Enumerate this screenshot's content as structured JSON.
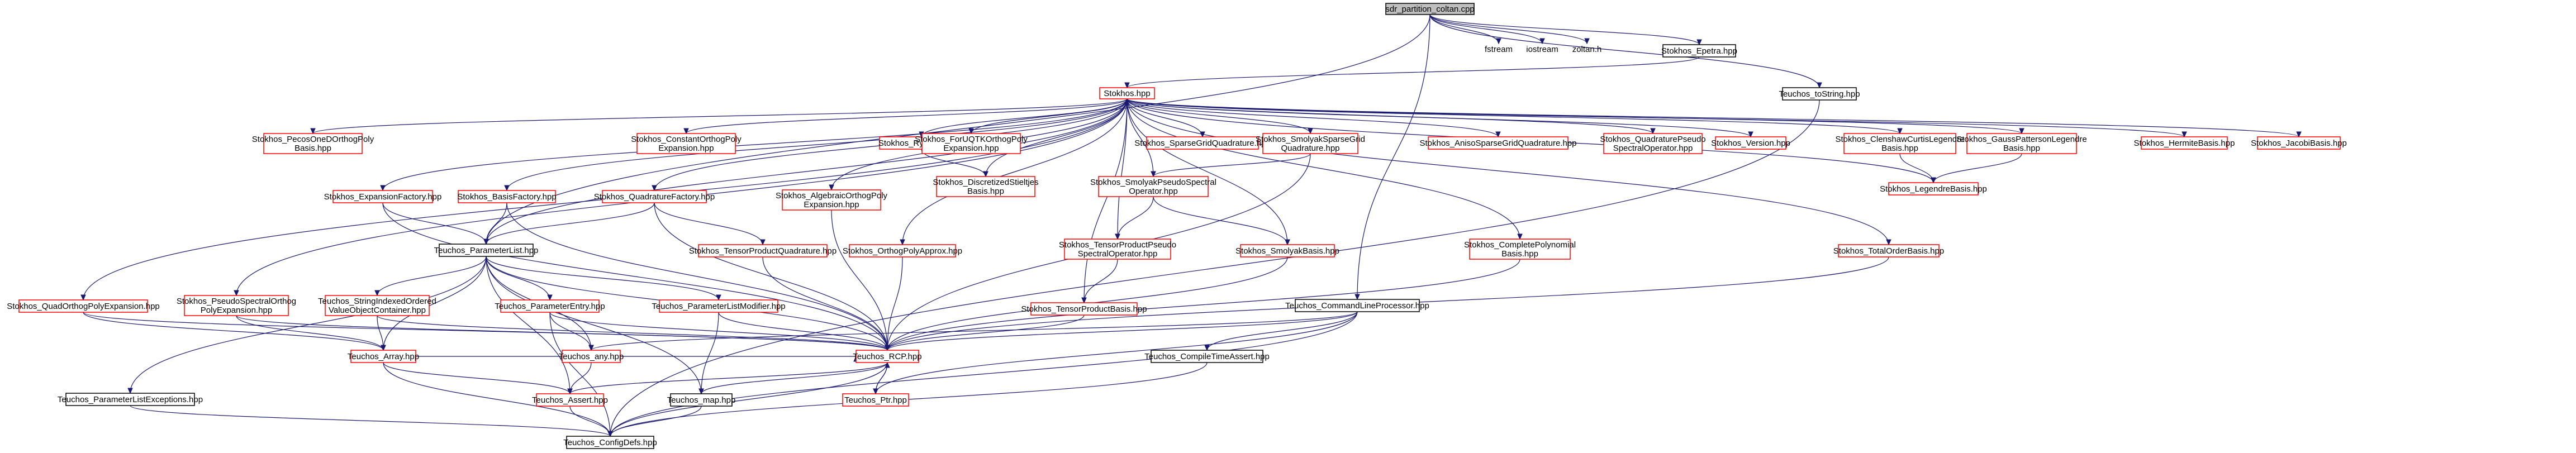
{
  "diagram": {
    "colors": {
      "root_fill": "#bfbfbf",
      "black_border": "#000000",
      "red_border": "#ff0000",
      "edge": "#191970",
      "background": "#ffffff"
    },
    "nodes": [
      {
        "id": "root",
        "lines": [
          "sdr_partition_coltan.cpp"
        ],
        "style": "root"
      },
      {
        "id": "epetra",
        "lines": [
          "Stokhos_Epetra.hpp"
        ],
        "style": "black"
      },
      {
        "id": "fstream",
        "lines": [
          "fstream"
        ],
        "style": "plain"
      },
      {
        "id": "iostream",
        "lines": [
          "iostream"
        ],
        "style": "plain"
      },
      {
        "id": "zoltan",
        "lines": [
          "zoltan.h"
        ],
        "style": "plain"
      },
      {
        "id": "stokhos",
        "lines": [
          "Stokhos.hpp"
        ],
        "style": "red"
      },
      {
        "id": "tostring",
        "lines": [
          "Teuchos_toString.hpp"
        ],
        "style": "black"
      },
      {
        "id": "pecos",
        "lines": [
          "Stokhos_PecosOneDOrthogPoly",
          "Basis.hpp"
        ],
        "style": "red"
      },
      {
        "id": "constant",
        "lines": [
          "Stokhos_ConstantOrthogPoly",
          "Expansion.hpp"
        ],
        "style": "red"
      },
      {
        "id": "ryst",
        "lines": [
          "Stokhos_RysBasis.hpp"
        ],
        "style": "red"
      },
      {
        "id": "forudfft",
        "lines": [
          "Stokhos_ForUQTKOrthogPoly",
          "Expansion.hpp"
        ],
        "style": "red"
      },
      {
        "id": "sparsegrid",
        "lines": [
          "Stokhos_SparseGridQuadrature.hpp"
        ],
        "style": "red"
      },
      {
        "id": "smolyaksgq",
        "lines": [
          "Stokhos_SmolyakSparseGrid",
          "Quadrature.hpp"
        ],
        "style": "red"
      },
      {
        "id": "anisosgq",
        "lines": [
          "Stokhos_AnisoSparseGridQuadrature.hpp"
        ],
        "style": "red"
      },
      {
        "id": "quadpseudo",
        "lines": [
          "Stokhos_QuadraturePseudo",
          "SpectralOperator.hpp"
        ],
        "style": "red"
      },
      {
        "id": "version",
        "lines": [
          "Stokhos_Version.hpp"
        ],
        "style": "red"
      },
      {
        "id": "clenshaw",
        "lines": [
          "Stokhos_ClenshawCurtisLegendre",
          "Basis.hpp"
        ],
        "style": "red"
      },
      {
        "id": "gausspatt",
        "lines": [
          "Stokhos_GaussPattersonLegendre",
          "Basis.hpp"
        ],
        "style": "red"
      },
      {
        "id": "hermite",
        "lines": [
          "Stokhos_HermiteBasis.hpp"
        ],
        "style": "red"
      },
      {
        "id": "jacobi",
        "lines": [
          "Stokhos_JacobiBasis.hpp"
        ],
        "style": "red"
      },
      {
        "id": "discstielt",
        "lines": [
          "Stokhos_DiscretizedStieltjes",
          "Basis.hpp"
        ],
        "style": "red"
      },
      {
        "id": "algebraic",
        "lines": [
          "Stokhos_AlgebraicOrthogPoly",
          "Expansion.hpp"
        ],
        "style": "red"
      },
      {
        "id": "smolpseudo",
        "lines": [
          "Stokhos_SmolyakPseudoSpectral",
          "Operator.hpp"
        ],
        "style": "red"
      },
      {
        "id": "legendre",
        "lines": [
          "Stokhos_LegendreBasis.hpp"
        ],
        "style": "red"
      },
      {
        "id": "expfactory",
        "lines": [
          "Stokhos_ExpansionFactory.hpp"
        ],
        "style": "red"
      },
      {
        "id": "basisfactory",
        "lines": [
          "Stokhos_BasisFactory.hpp"
        ],
        "style": "red"
      },
      {
        "id": "quadfactory",
        "lines": [
          "Stokhos_QuadratureFactory.hpp"
        ],
        "style": "red"
      },
      {
        "id": "paramlist",
        "lines": [
          "Teuchos_ParameterList.hpp"
        ],
        "style": "black"
      },
      {
        "id": "tpquad",
        "lines": [
          "Stokhos_TensorProductQuadrature.hpp"
        ],
        "style": "red"
      },
      {
        "id": "orthogapprox",
        "lines": [
          "Stokhos_OrthogPolyApprox.hpp"
        ],
        "style": "red"
      },
      {
        "id": "tppseudo",
        "lines": [
          "Stokhos_TensorProductPseudo",
          "SpectralOperator.hpp"
        ],
        "style": "red"
      },
      {
        "id": "smolyakbasis",
        "lines": [
          "Stokhos_SmolyakBasis.hpp"
        ],
        "style": "red"
      },
      {
        "id": "completepoly",
        "lines": [
          "Stokhos_CompletePolynomial",
          "Basis.hpp"
        ],
        "style": "red"
      },
      {
        "id": "totalorder",
        "lines": [
          "Stokhos_TotalOrderBasis.hpp"
        ],
        "style": "red"
      },
      {
        "id": "quadorthog",
        "lines": [
          "Stokhos_QuadOrthogPolyExpansion.hpp"
        ],
        "style": "red"
      },
      {
        "id": "pseudospectral",
        "lines": [
          "Stokhos_PseudoSpectralOrthog",
          "PolyExpansion.hpp"
        ],
        "style": "red"
      },
      {
        "id": "stringindexed",
        "lines": [
          "Teuchos_StringIndexedOrdered",
          "ValueObjectContainer.hpp"
        ],
        "style": "red"
      },
      {
        "id": "paramentry",
        "lines": [
          "Teuchos_ParameterEntry.hpp"
        ],
        "style": "red"
      },
      {
        "id": "modifier",
        "lines": [
          "Teuchos_ParameterListModifier.hpp"
        ],
        "style": "red"
      },
      {
        "id": "tpbasis",
        "lines": [
          "Stokhos_TensorProductBasis.hpp"
        ],
        "style": "red"
      },
      {
        "id": "clp",
        "lines": [
          "Teuchos_CommandLineProcessor.hpp"
        ],
        "style": "black"
      },
      {
        "id": "array",
        "lines": [
          "Teuchos_Array.hpp"
        ],
        "style": "red"
      },
      {
        "id": "any",
        "lines": [
          "Teuchos_any.hpp"
        ],
        "style": "red"
      },
      {
        "id": "rcp",
        "lines": [
          "Teuchos_RCP.hpp"
        ],
        "style": "red"
      },
      {
        "id": "compiletime",
        "lines": [
          "Teuchos_CompileTimeAssert.hpp"
        ],
        "style": "black"
      },
      {
        "id": "plexceptions",
        "lines": [
          "Teuchos_ParameterListExceptions.hpp"
        ],
        "style": "black"
      },
      {
        "id": "assert",
        "lines": [
          "Teuchos_Assert.hpp"
        ],
        "style": "red"
      },
      {
        "id": "map",
        "lines": [
          "Teuchos_map.hpp"
        ],
        "style": "black"
      },
      {
        "id": "ptr",
        "lines": [
          "Teuchos_Ptr.hpp"
        ],
        "style": "red"
      },
      {
        "id": "configdefs",
        "lines": [
          "Teuchos_ConfigDefs.hpp"
        ],
        "style": "black"
      }
    ],
    "edges": [
      [
        "root",
        "epetra"
      ],
      [
        "root",
        "fstream"
      ],
      [
        "root",
        "iostream"
      ],
      [
        "root",
        "zoltan"
      ],
      [
        "root",
        "tostring"
      ],
      [
        "root",
        "clp"
      ],
      [
        "root",
        "paramlist"
      ],
      [
        "epetra",
        "stokhos"
      ],
      [
        "tostring",
        "configdefs"
      ],
      [
        "stokhos",
        "pecos"
      ],
      [
        "stokhos",
        "constant"
      ],
      [
        "stokhos",
        "ryst"
      ],
      [
        "stokhos",
        "forudfft"
      ],
      [
        "stokhos",
        "sparsegrid"
      ],
      [
        "stokhos",
        "smolyaksgq"
      ],
      [
        "stokhos",
        "anisosgq"
      ],
      [
        "stokhos",
        "quadpseudo"
      ],
      [
        "stokhos",
        "version"
      ],
      [
        "stokhos",
        "clenshaw"
      ],
      [
        "stokhos",
        "gausspatt"
      ],
      [
        "stokhos",
        "hermite"
      ],
      [
        "stokhos",
        "jacobi"
      ],
      [
        "stokhos",
        "discstielt"
      ],
      [
        "stokhos",
        "algebraic"
      ],
      [
        "stokhos",
        "smolpseudo"
      ],
      [
        "stokhos",
        "legendre"
      ],
      [
        "stokhos",
        "expfactory"
      ],
      [
        "stokhos",
        "basisfactory"
      ],
      [
        "stokhos",
        "quadfactory"
      ],
      [
        "stokhos",
        "paramlist"
      ],
      [
        "stokhos",
        "tppseudo"
      ],
      [
        "stokhos",
        "smolyakbasis"
      ],
      [
        "stokhos",
        "completepoly"
      ],
      [
        "stokhos",
        "totalorder"
      ],
      [
        "stokhos",
        "quadorthog"
      ],
      [
        "stokhos",
        "pseudospectral"
      ],
      [
        "stokhos",
        "tpbasis"
      ],
      [
        "stokhos",
        "orthogapprox"
      ],
      [
        "ryst",
        "discstielt"
      ],
      [
        "smolyaksgq",
        "smolpseudo"
      ],
      [
        "smolyaksgq",
        "rcp"
      ],
      [
        "clenshaw",
        "legendre"
      ],
      [
        "gausspatt",
        "legendre"
      ],
      [
        "smolpseudo",
        "tppseudo"
      ],
      [
        "smolpseudo",
        "smolyakbasis"
      ],
      [
        "algebraic",
        "rcp"
      ],
      [
        "expfactory",
        "paramlist"
      ],
      [
        "expfactory",
        "rcp"
      ],
      [
        "basisfactory",
        "paramlist"
      ],
      [
        "basisfactory",
        "rcp"
      ],
      [
        "quadfactory",
        "paramlist"
      ],
      [
        "quadfactory",
        "rcp"
      ],
      [
        "quadfactory",
        "tpquad"
      ],
      [
        "tpquad",
        "rcp"
      ],
      [
        "orthogapprox",
        "rcp"
      ],
      [
        "tppseudo",
        "tpbasis"
      ],
      [
        "smolyakbasis",
        "rcp"
      ],
      [
        "completepoly",
        "rcp"
      ],
      [
        "totalorder",
        "rcp"
      ],
      [
        "tpbasis",
        "rcp"
      ],
      [
        "paramlist",
        "plexceptions"
      ],
      [
        "paramlist",
        "stringindexed"
      ],
      [
        "paramlist",
        "paramentry"
      ],
      [
        "paramlist",
        "modifier"
      ],
      [
        "paramlist",
        "array"
      ],
      [
        "paramlist",
        "any"
      ],
      [
        "paramlist",
        "map"
      ],
      [
        "paramlist",
        "rcp"
      ],
      [
        "paramlist",
        "assert"
      ],
      [
        "quadorthog",
        "array"
      ],
      [
        "quadorthog",
        "rcp"
      ],
      [
        "pseudospectral",
        "array"
      ],
      [
        "pseudospectral",
        "rcp"
      ],
      [
        "stringindexed",
        "array"
      ],
      [
        "stringindexed",
        "rcp"
      ],
      [
        "paramentry",
        "any"
      ],
      [
        "paramentry",
        "rcp"
      ],
      [
        "paramentry",
        "configdefs"
      ],
      [
        "modifier",
        "rcp"
      ],
      [
        "modifier",
        "map"
      ],
      [
        "clp",
        "rcp"
      ],
      [
        "clp",
        "compiletime"
      ],
      [
        "clp",
        "configdefs"
      ],
      [
        "clp",
        "ptr"
      ],
      [
        "clp",
        "any"
      ],
      [
        "array",
        "assert"
      ],
      [
        "array",
        "rcp"
      ],
      [
        "array",
        "configdefs"
      ],
      [
        "any",
        "assert"
      ],
      [
        "rcp",
        "ptr"
      ],
      [
        "rcp",
        "map"
      ],
      [
        "rcp",
        "assert"
      ],
      [
        "rcp",
        "configdefs"
      ],
      [
        "ptr",
        "rcp"
      ],
      [
        "assert",
        "configdefs"
      ],
      [
        "map",
        "configdefs"
      ],
      [
        "compiletime",
        "configdefs"
      ],
      [
        "plexceptions",
        "configdefs"
      ]
    ]
  }
}
